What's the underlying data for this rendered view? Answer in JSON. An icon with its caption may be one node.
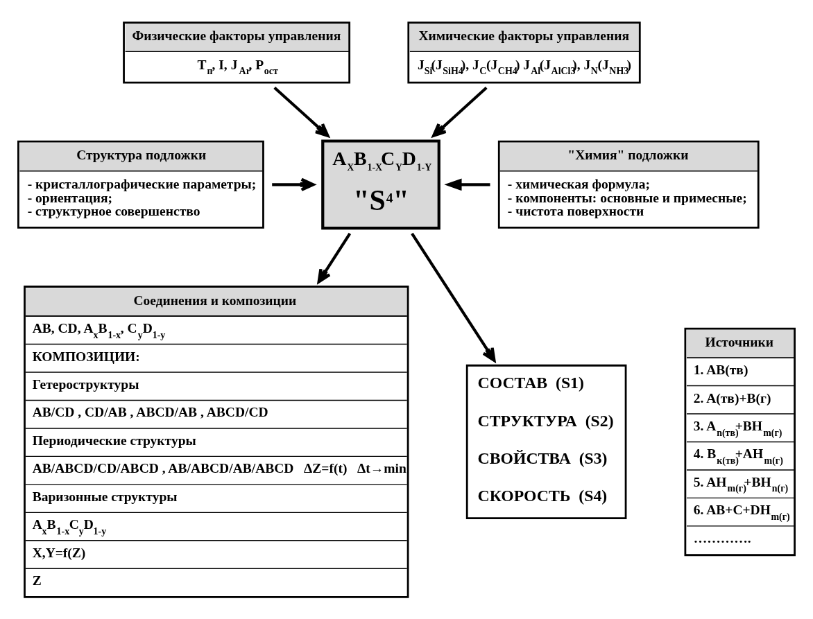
{
  "diagram": {
    "nodes": [
      {
        "text": [
          "Физические факторы управления",
          "T$_{п}$, I, J$_{Ar}$, P$_{ост}$"
        ]
      },
      {
        "text": [
          "Химические факторы управления",
          "J$_{Si}$(J$_{SiH4}$), J$_{C}$(J$_{CH4}$) J$_{Al}$(J$_{AlCl3}$), J$_{N}$(J$_{NH3}$)"
        ]
      },
      {
        "text": [
          "Структура подложки",
          "- кристаллографические параметры;",
          "- ориентация;",
          "- структурное совершенство"
        ]
      },
      {
        "text": [
          "A$_{X}$B$_{1-X}$C$_{Y}$D$_{1-Y}$",
          "\"S$^{4}$\""
        ]
      },
      {
        "text": [
          "\"Химия\" подложки",
          "- химическая формула;",
          "- компоненты: основные и примесные;",
          "- чистота поверхности"
        ]
      },
      {
        "text": [
          "Соединения и композиции",
          "AB, CD, A$_{x}$B$_{1-x}$, C$_{y}$D$_{1-y}$",
          "КОМПОЗИЦИИ:",
          "Гетероструктуры",
          "AB/CD , CD/AB , ABCD/AB , ABCD/CD",
          "Периодические структуры",
          "AB/ABCD/CD/ABCD , AB/ABCD/AB/ABCD   ΔZ=f(t)   Δt→min",
          "Варизонные структуры",
          "A$_{x}$B$_{1-x}$C$_{y}$D$_{1-y}$",
          "X,Y=f(Z)",
          "Z"
        ]
      },
      {
        "text": [
          "СОСТАВ  (S1)",
          "СТРУКТУРА  (S2)",
          "СВОЙСТВА  (S3)",
          "СКОРОСТЬ  (S4)"
        ]
      },
      {
        "text": [
          "Источники",
          "1. AB(тв)",
          "2. A(тв)+B(г)",
          "3. A$_{n(тв)}$+BH$_{m(г)}$",
          "4. B$_{к(тв)}$+AH$_{m(г)}$",
          "5. AH$_{m(г)}$+BH$_{n(г)}$",
          "6. AB+C+DH$_{m(г)}$",
          "…………."
        ]
      }
    ],
    "edges": [
      {
        "from": 0,
        "to": 3,
        "arrow": "to"
      },
      {
        "from": 1,
        "to": 3,
        "arrow": "to"
      },
      {
        "from": 2,
        "to": 3,
        "arrow": "to"
      },
      {
        "from": 4,
        "to": 3,
        "arrow": "to"
      },
      {
        "from": 3,
        "to": 5,
        "arrow": "to"
      },
      {
        "from": 3,
        "to": 6,
        "arrow": "to"
      }
    ]
  }
}
